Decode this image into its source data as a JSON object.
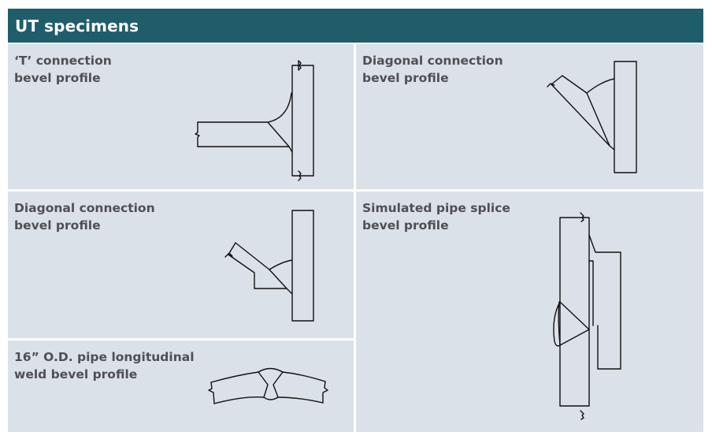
{
  "header": {
    "title": "UT specimens"
  },
  "panels": {
    "t_connection": {
      "line1": "‘T’ connection",
      "line2": "bevel profile"
    },
    "diagonal_top": {
      "line1": "Diagonal connection",
      "line2": "bevel profile"
    },
    "diagonal_mid": {
      "line1": "Diagonal connection",
      "line2": "bevel profile"
    },
    "pipe_splice": {
      "line1": "Simulated pipe splice",
      "line2": "bevel profile"
    },
    "pipe_longitudinal": {
      "line1": "16” O.D. pipe longitudinal",
      "line2": "weld bevel profile"
    }
  }
}
